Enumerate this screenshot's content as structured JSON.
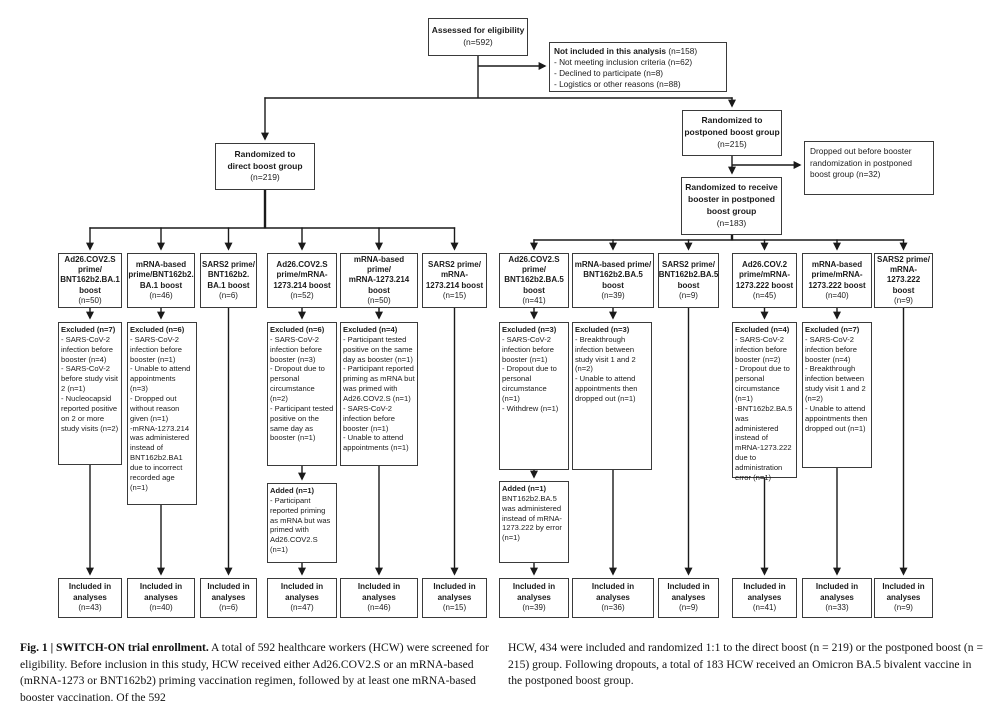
{
  "flow": {
    "assessed": {
      "title": "Assessed for eligibility",
      "n": "(n=592)"
    },
    "not_included": {
      "title": "Not included in this analysis",
      "n": " (n=158)",
      "body": "- Not meeting inclusion criteria (n=62)\n- Declined to participate (n=8)\n- Logistics or other reasons (n=88)"
    },
    "randomized_direct": {
      "title": "Randomized to\ndirect boost group",
      "n": "(n=219)"
    },
    "randomized_postponed": {
      "title": "Randomized to\npostponed boost group",
      "n": "(n=215)"
    },
    "dropped_out": "Dropped out before booster randomization in postponed boost group (n=32)",
    "randomized_booster": {
      "title": "Randomized to receive\nbooster in postponed\nboost group",
      "n": "(n=183)"
    },
    "included_label": "Included in\nanalyses"
  },
  "arms": [
    {
      "label": "Ad26.COV2.S\nprime/\nBNT162b2.BA.1\nboost",
      "n": "(n=50)",
      "included_n": "(n=43)",
      "excluded": {
        "header": "Excluded (n=7)",
        "body": "- SARS-CoV-2 infection before booster (n=4)\n- SARS-CoV-2 before study visit 2 (n=1)\n- Nucleocapsid reported positive on 2 or more study visits (n=2)"
      }
    },
    {
      "label": "mRNA-based\nprime/BNT162b2.\nBA.1 boost",
      "n": "(n=46)",
      "included_n": "(n=40)",
      "excluded": {
        "header": "Excluded (n=6)",
        "body": "- SARS-CoV-2 infection before booster (n=1)\n- Unable to attend appointments (n=3)\n- Dropped out without reason given (n=1)\n-mRNA-1273.214 was administered instead of BNT162b2.BA1 due to incorrect recorded age (n=1)"
      }
    },
    {
      "label": "SARS2 prime/\nBNT162b2.\nBA.1 boost",
      "n": "(n=6)",
      "included_n": "(n=6)"
    },
    {
      "label": "Ad26.COV2.S\nprime/mRNA-\n1273.214 boost",
      "n": "(n=52)",
      "included_n": "(n=47)",
      "excluded": {
        "header": "Excluded (n=6)",
        "body": "- SARS-CoV-2 infection before booster (n=3)\n- Dropout due to personal circumstance (n=2)\n- Participant tested positive on the same day as booster (n=1)"
      },
      "added": {
        "header": "Added (n=1)",
        "body": "- Participant reported priming as mRNA but was primed with Ad26.COV2.S (n=1)"
      }
    },
    {
      "label": "mRNA-based prime/\nmRNA-1273.214\nboost",
      "n": "(n=50)",
      "included_n": "(n=46)",
      "excluded": {
        "header": "Excluded (n=4)",
        "body": "- Participant tested positive on the same day as booster (n=1)\n- Participant reported priming as mRNA but was primed with Ad26.COV2.S (n=1)\n- SARS-CoV-2 infection before booster (n=1)\n- Unable to attend appointments (n=1)"
      }
    },
    {
      "label": "SARS2 prime/\nmRNA-\n1273.214 boost",
      "n": "(n=15)",
      "included_n": "(n=15)"
    },
    {
      "label": "Ad26.COV2.S\nprime/\nBNT162b2.BA.5\nboost",
      "n": "(n=41)",
      "included_n": "(n=39)",
      "excluded": {
        "header": "Excluded (n=3)",
        "body": "- SARS-CoV-2 infection before booster (n=1)\n- Dropout due to personal circumstance (n=1)\n- Withdrew (n=1)"
      },
      "added": {
        "header": "Added (n=1)",
        "body": "BNT162b2.BA.5 was administered instead of mRNA-1273.222 by error (n=1)"
      }
    },
    {
      "label": "mRNA-based prime/\nBNT162b2.BA.5\nboost",
      "n": "(n=39)",
      "included_n": "(n=36)",
      "excluded": {
        "header": "Excluded (n=3)",
        "body": "- Breakthrough infection between study visit 1 and 2 (n=2)\n- Unable to attend appointments then dropped out (n=1)"
      }
    },
    {
      "label": "SARS2 prime/\nBNT162b2.BA.5\nboost",
      "n": "(n=9)",
      "included_n": "(n=9)"
    },
    {
      "label": "Ad26.COV.2\nprime/mRNA-\n1273.222 boost",
      "n": "(n=45)",
      "included_n": "(n=41)",
      "excluded": {
        "header": "Excluded (n=4)",
        "body": "- SARS-CoV-2 infection before booster (n=2)\n- Dropout due to personal circumstance (n=1)\n-BNT162b2.BA.5 was administered instead of mRNA-1273.222 due to administration error (n=1)"
      }
    },
    {
      "label": "mRNA-based\nprime/mRNA-\n1273.222 boost",
      "n": "(n=40)",
      "included_n": "(n=33)",
      "excluded": {
        "header": "Excluded (n=7)",
        "body": "- SARS-CoV-2 infection before booster (n=4)\n- Breakthrough infection between study visit 1 and 2 (n=2)\n- Unable to attend appointments then dropped out (n=1)"
      }
    },
    {
      "label": "SARS2 prime/\nmRNA-\n1273.222 boost",
      "n": "(n=9)",
      "included_n": "(n=9)"
    }
  ],
  "caption": {
    "lead": "Fig. 1 | SWITCH-ON trial enrollment.",
    "left": " A total of 592 healthcare workers (HCW) were screened for eligibility. Before inclusion in this study, HCW received either Ad26.COV2.S or an mRNA-based (mRNA-1273 or BNT162b2) priming vaccination regimen, followed by at least one mRNA-based booster vaccination. Of the 592",
    "right": "HCW, 434 were included and randomized 1:1 to the direct boost (n = 219) or the postponed boost (n = 215) group. Following dropouts, a total of 183 HCW received an Omicron BA.5 bivalent vaccine in the postponed boost group."
  }
}
